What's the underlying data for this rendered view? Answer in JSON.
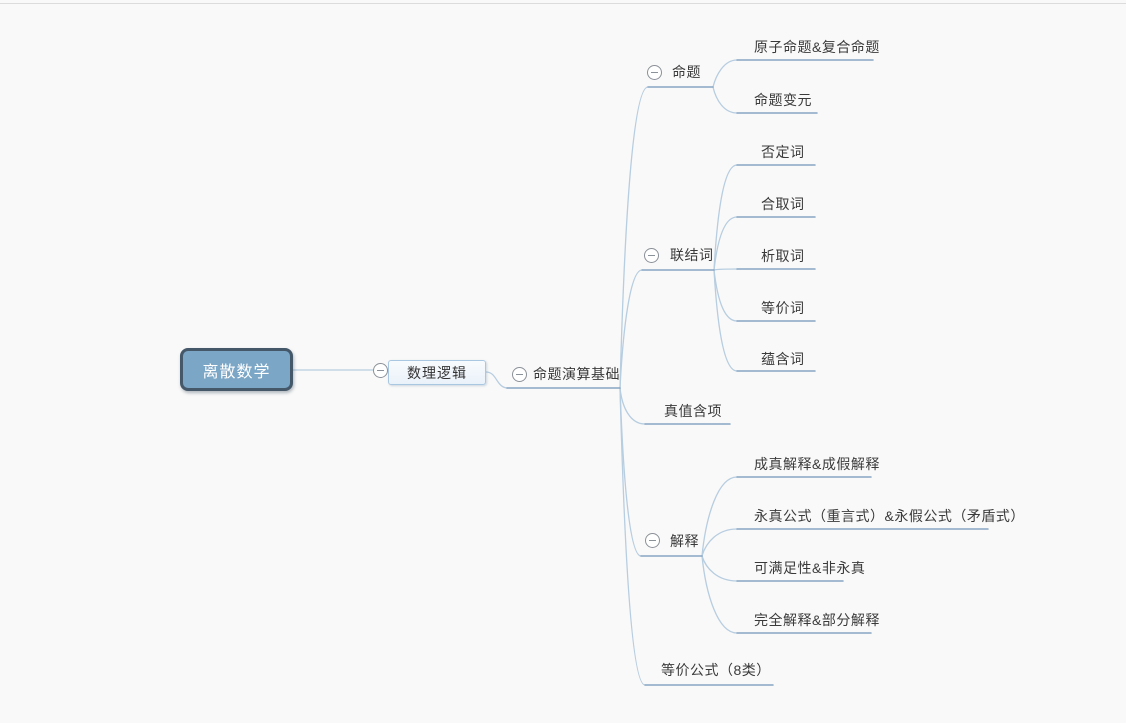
{
  "canvas": {
    "background": "#f9f9f9",
    "topline_color": "#dcdcdc"
  },
  "palette": {
    "root_fill": "#7ca6c6",
    "root_border": "#44586a",
    "root_text": "#ffffff",
    "box_fill": "#f2f7fb",
    "box_border": "#a9c7e0",
    "edge_light": "#b7cde0",
    "edge_dark": "#87a6c3",
    "collapse_icon": "#8b9198",
    "label_text": "#3a3a3a"
  },
  "nodes": {
    "root": {
      "label": "离散数学"
    },
    "logic": {
      "label": "数理逻辑"
    },
    "prop_calc": {
      "label": "命题演算基础"
    },
    "branches": [
      {
        "label": "命题",
        "children": [
          {
            "label": "原子命题&复合命题"
          },
          {
            "label": "命题变元"
          }
        ]
      },
      {
        "label": "联结词",
        "children": [
          {
            "label": "否定词"
          },
          {
            "label": "合取词"
          },
          {
            "label": "析取词"
          },
          {
            "label": "等价词"
          },
          {
            "label": "蕴含词"
          }
        ]
      },
      {
        "label": "真值含项",
        "children": []
      },
      {
        "label": "解释",
        "children": [
          {
            "label": "成真解释&成假解释"
          },
          {
            "label": "永真公式（重言式）&永假公式（矛盾式）"
          },
          {
            "label": "可满足性&非永真"
          },
          {
            "label": "完全解释&部分解释"
          }
        ]
      },
      {
        "label": "等价公式（8类）",
        "children": []
      }
    ]
  },
  "icons": {
    "collapse_glyph": "minus-circle"
  }
}
